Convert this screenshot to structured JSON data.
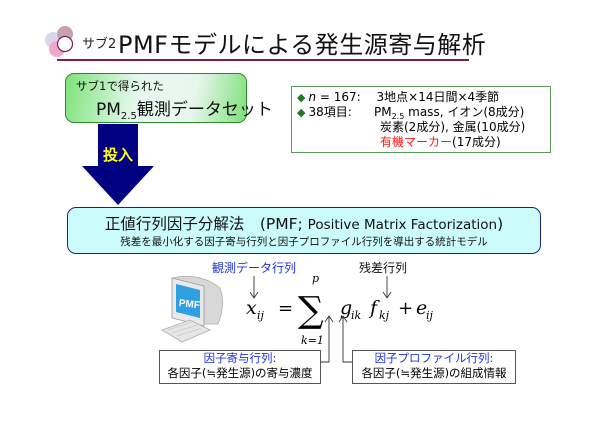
{
  "header": {
    "sub_label": "サブ2",
    "title": "PMFモデルによる発生源寄与解析",
    "logo_icon": "overlapping-circles-logo"
  },
  "dataset_box": {
    "line1": "サブ1で得られた",
    "line2_prefix": "PM",
    "line2_sub": "2.5",
    "line2_suffix": "観測データセット"
  },
  "info_box": {
    "bullet_icon": "◆",
    "row1_var": "n",
    "row1_rest": " = 167:　 3地点×14日間×4季節",
    "row2_label": "38項目:",
    "row2_pm": "PM",
    "row2_pm_sub": "2.5",
    "row2_rest": " mass, イオン(8成分)",
    "row3": "炭素(2成分), 金属(10成分)",
    "row4_red": "有機マーカー",
    "row4_rest": "(17成分)"
  },
  "arrow": {
    "label": "投入",
    "color": "#000080"
  },
  "pmf_box": {
    "title_jp": "正値行列因子分解法　(PMF; ",
    "title_en": "Positive Matrix Factorization",
    "title_close": ")",
    "subtitle": "残差を最小化する因子寄与行列と因子プロファイル行列を導出する統計モデル"
  },
  "formula": {
    "label_observed": "観測データ行列",
    "label_residual": "残差行列",
    "lhs": "x",
    "lhs_sub": "ij",
    "equals": "=",
    "sum": "∑",
    "sum_upper": "p",
    "sum_lower": "k=1",
    "g": "g",
    "g_sub": "ik",
    "f": "f",
    "f_sub": "kj",
    "plus": "+",
    "e": "e",
    "e_sub": "ij",
    "computer_screen_text": "PMF"
  },
  "callouts": {
    "g_title": "因子寄与行列:",
    "g_desc": "各因子(≒発生源)の寄与濃度",
    "f_title": "因子プロファイル行列:",
    "f_desc": "各因子(≒発生源)の組成情報"
  },
  "colors": {
    "title_rule": "#7a1f4d",
    "accent_blue": "#2233dd",
    "marker_red": "#ff1a1a",
    "arrow_fill": "#000080",
    "arrow_label": "#ffff1a",
    "pmf_box_bg": "#ccfbfb",
    "dataset_border": "#2f8a2f"
  }
}
